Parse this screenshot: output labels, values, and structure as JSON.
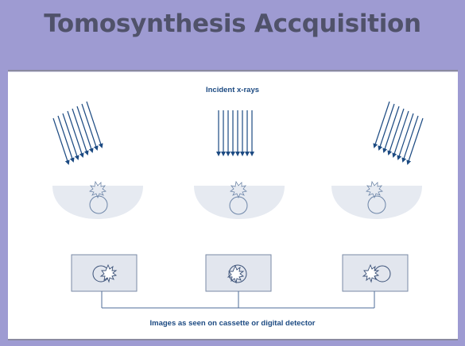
{
  "slide": {
    "title": "Tomosynthesis Accquisition",
    "background_color": "#9e9bd2",
    "title_color": "#50526a"
  },
  "diagram": {
    "incident_label": "Incident x-rays",
    "detector_label": "Images as seen on cassette or digital detector",
    "beams": [
      {
        "direction": "oblique-left"
      },
      {
        "direction": "vertical"
      },
      {
        "direction": "oblique-right"
      }
    ],
    "arrow_color": "#1c4a82",
    "breast_color": "#e6eaf1",
    "detector_color": "#e2e6ee"
  }
}
